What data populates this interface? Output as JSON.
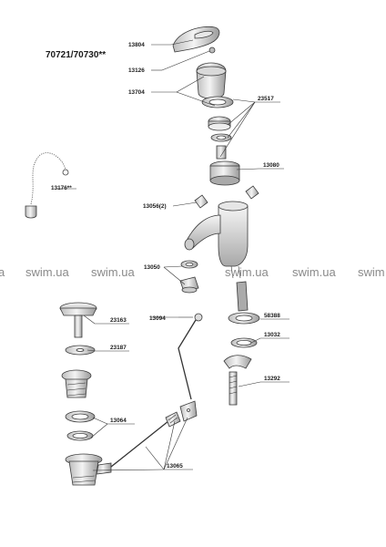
{
  "title": "70721/70730**",
  "watermark": {
    "text_items": [
      "a",
      "swim.ua",
      "swim.ua",
      "swim.ua",
      "swim.ua",
      "swim"
    ],
    "color": "#8a8a8a"
  },
  "labels": {
    "l13804": "13804",
    "l13126": "13126",
    "l13704": "13704",
    "l23517": "23517",
    "l13080": "13080",
    "l13176": "13176**",
    "l13056": "13056(2)",
    "l13050": "13050",
    "l23163": "23163",
    "l23187": "23187",
    "l13094": "13094",
    "l58388": "58388",
    "l13032": "13032",
    "l13292": "13292",
    "l13064": "13064",
    "l13065": "13065"
  }
}
